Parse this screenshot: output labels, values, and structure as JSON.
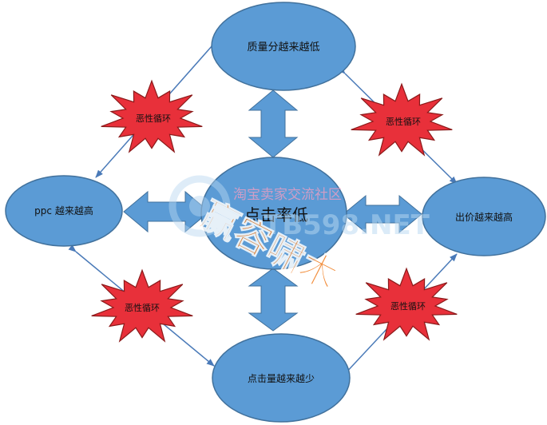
{
  "colors": {
    "node_fill": "#5b9bd5",
    "node_stroke": "#41719c",
    "burst_fill": "#e8303a",
    "burst_stroke": "#8b1a1a",
    "connector": "#4a7ab8",
    "watermark_orange": "#f07a1a",
    "watermark_pink": "#f19ec2",
    "watermark_blue": "#b8d8f0"
  },
  "nodes": {
    "top": "质量分越来越低",
    "center": "点击率低",
    "left": "ppc 越来越高",
    "right": "出价越来越高",
    "bottom": "点击量越来越少"
  },
  "bursts": {
    "top_left": "恶性循环",
    "top_right": "恶性循环",
    "bottom_left": "恶性循环",
    "bottom_right": "恶性循环"
  },
  "watermark": {
    "site_name": "淘宝卖家交流社区",
    "domain_text": "TB598.NET",
    "stamp_text": "赢容啸木"
  }
}
